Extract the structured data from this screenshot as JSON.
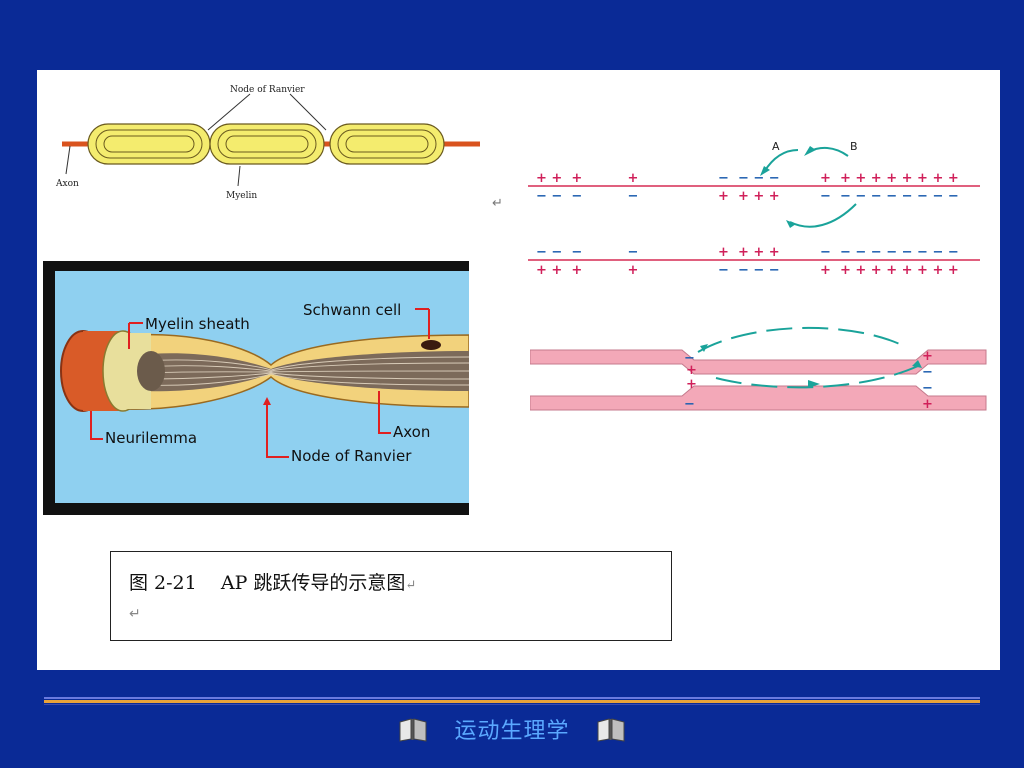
{
  "colors": {
    "background": "#0a2a96",
    "panel": "#ffffff",
    "myelin": "#f4ec6e",
    "axon": "#d9531e",
    "membrane": "#f3a8b8",
    "arrow": "#1aa39a",
    "plus": "#d0205a",
    "minus": "#1f5fb0",
    "footer_text": "#5aa8ff"
  },
  "figure_top": {
    "node_label": "Node of Ranvier",
    "axon_label": "Axon",
    "myelin_label": "Myelin"
  },
  "figure_photo": {
    "myelin_sheath": "Myelin sheath",
    "schwann_cell": "Schwann cell",
    "neurilemma": "Neurilemma",
    "axon": "Axon",
    "node": "Node of Ranvier"
  },
  "figure_potential": {
    "label_a": "A",
    "label_b": "B"
  },
  "return_mark": "↵",
  "caption": {
    "line1": "图 2-21    AP 跳跃传导的示意图",
    "mark1": "↵",
    "mark2": "↵"
  },
  "footer": {
    "title": "运动生理学",
    "left_icon": "book-icon",
    "right_icon": "book-icon"
  }
}
